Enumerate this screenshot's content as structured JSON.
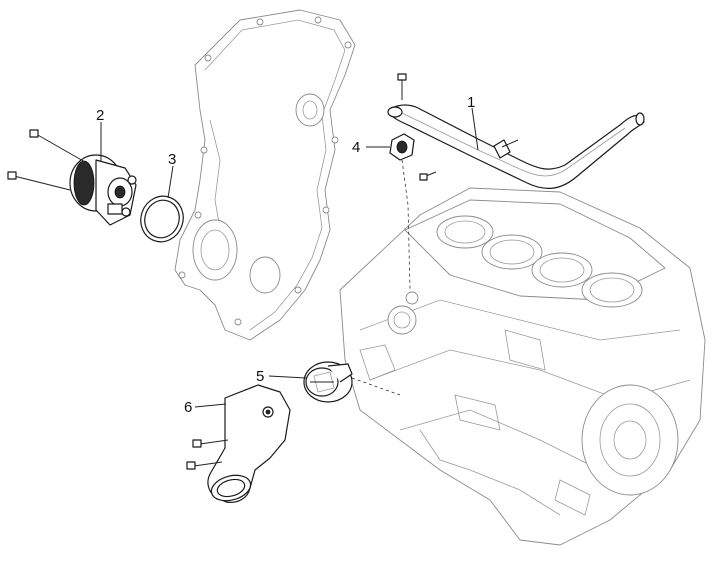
{
  "diagram": {
    "callouts": [
      {
        "id": "1",
        "label": "1"
      },
      {
        "id": "2",
        "label": "2"
      },
      {
        "id": "3",
        "label": "3"
      },
      {
        "id": "4",
        "label": "4"
      },
      {
        "id": "5",
        "label": "5"
      },
      {
        "id": "6",
        "label": "6"
      }
    ]
  },
  "colors": {
    "part_outline": "#1a1a1a",
    "ghost_outline": "#8a8a8a",
    "background": "#ffffff"
  }
}
